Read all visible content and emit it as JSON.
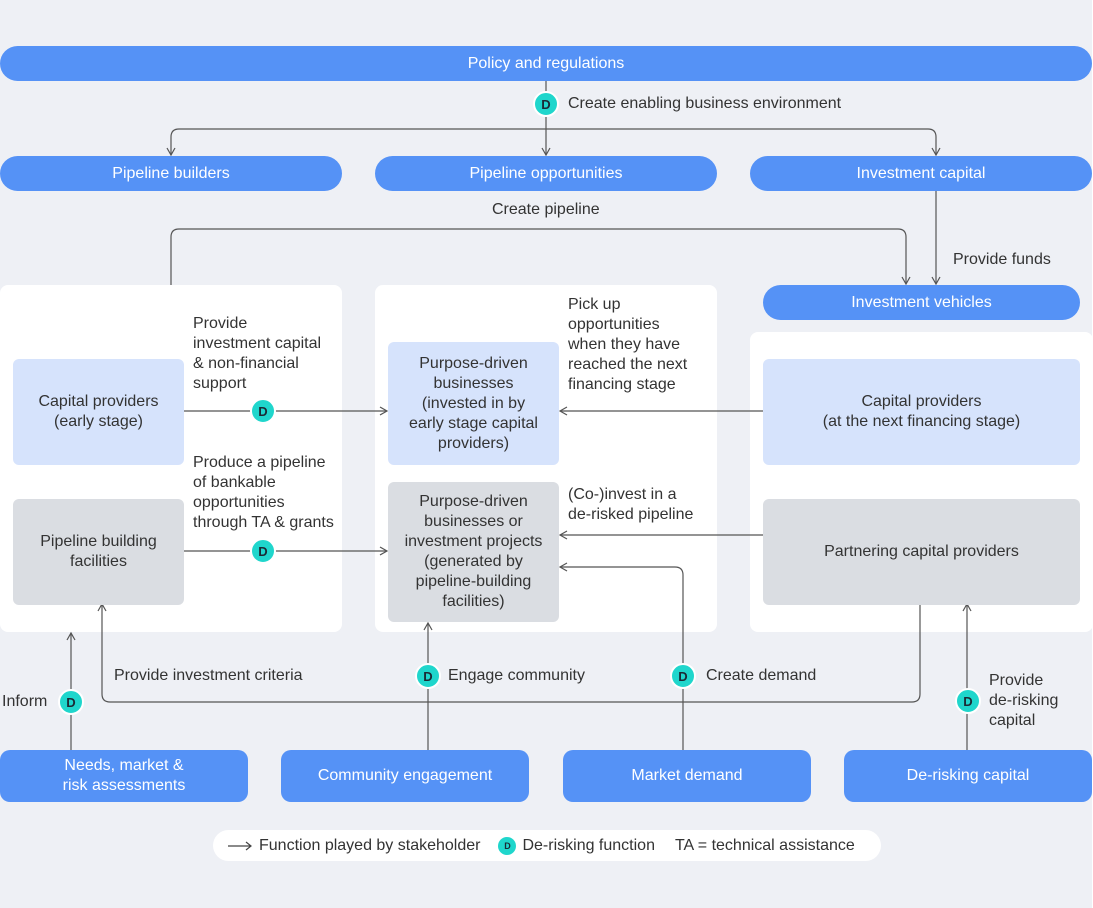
{
  "top": {
    "policy": "Policy and regulations",
    "enabling": "Create enabling business environment"
  },
  "row2": {
    "pipeline_builders": "Pipeline builders",
    "pipeline_opportunities": "Pipeline opportunities",
    "investment_capital": "Investment capital"
  },
  "flows": {
    "create_pipeline": "Create pipeline",
    "provide_funds": "Provide funds",
    "provide_capital_support": "Provide\ninvestment capital\n& non-financial\nsupport",
    "produce_pipeline": "Produce a pipeline\nof bankable\nopportunities\nthrough TA & grants",
    "pick_up": "Pick up\nopportunities\nwhen they have\nreached the next\nfinancing stage",
    "co_invest": "(Co-)invest in a\nde-risked pipeline",
    "investment_criteria": "Provide investment criteria",
    "inform": "Inform",
    "engage_community": "Engage community",
    "create_demand": "Create demand",
    "provide_derisking": "Provide\nde-risking\ncapital"
  },
  "vehicles": "Investment vehicles",
  "nodes": {
    "capital_early": "Capital providers\n(early stage)",
    "pipeline_facilities": "Pipeline building\nfacilities",
    "purpose_businesses": "Purpose-driven\nbusinesses\n(invested in by\nearly stage capital\nproviders)",
    "purpose_projects": "Purpose-driven\nbusinesses or\ninvestment projects\n(generated by\npipeline-building\nfacilities)",
    "capital_next": "Capital providers\n(at the next financing stage)",
    "partnering": "Partnering capital providers"
  },
  "bottom": {
    "needs": "Needs, market &\nrisk assessments",
    "community": "Community engagement",
    "market": "Market demand",
    "derisking": "De-risking capital"
  },
  "badge": "D",
  "legend": {
    "function": "Function played by stakeholder",
    "derisking": "De-risking function",
    "ta": "TA = technical assistance"
  },
  "colors": {
    "pill": "#5592f6",
    "light_node": "#d6e3fc",
    "grey_node": "#dadde2",
    "badge": "#1fd6cc",
    "background": "#eef0f5"
  }
}
